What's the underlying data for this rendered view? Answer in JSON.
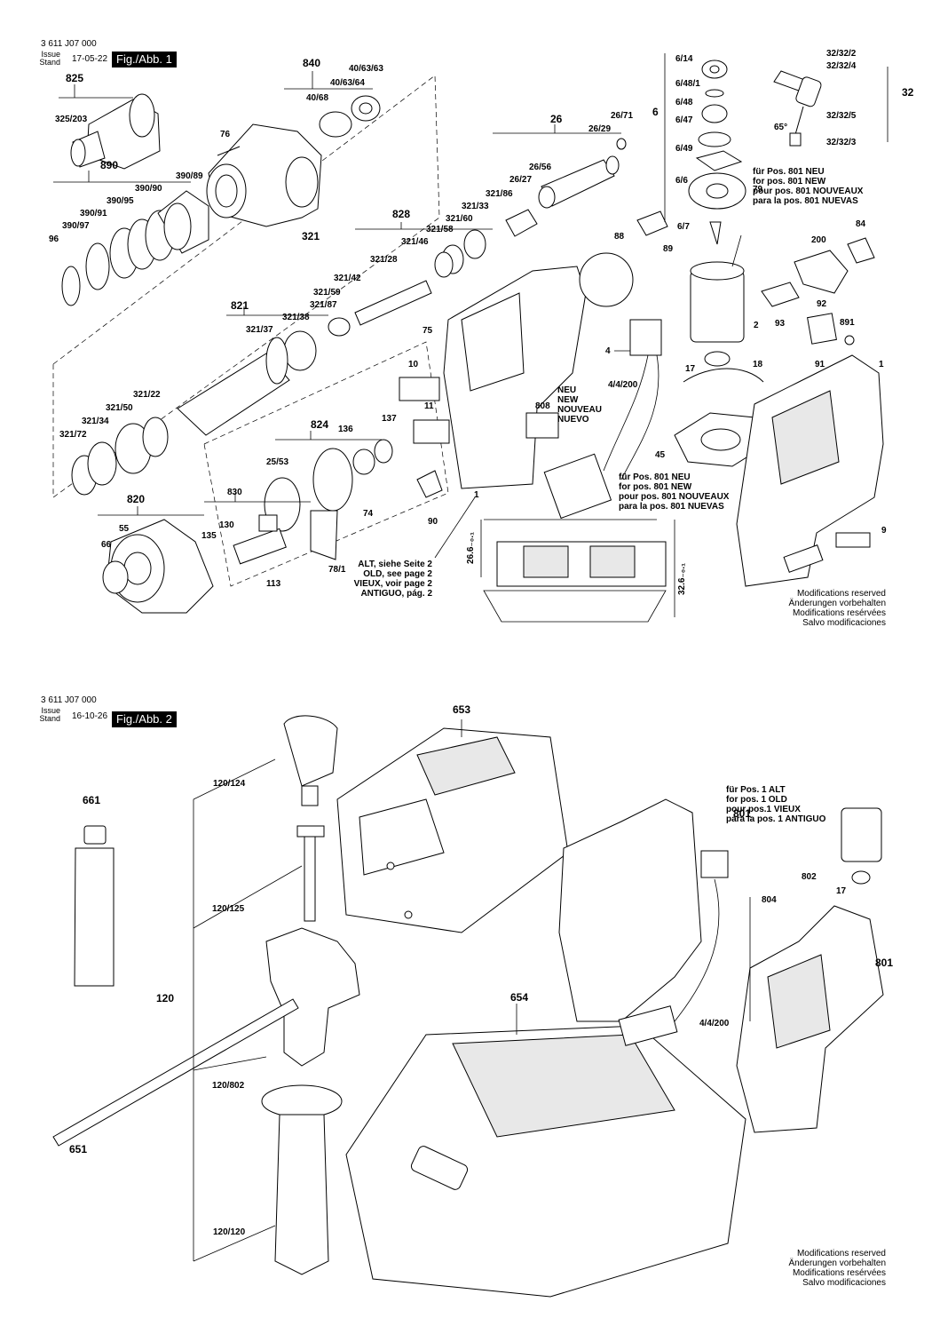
{
  "page1": {
    "doc_number": "3 611 J07 000",
    "issue_label": "Issue",
    "stand_label": "Stand",
    "date": "17-05-22",
    "figure_label": "Fig./Abb. 1",
    "modifications": [
      "Modifications reserved",
      "Änderungen vorbehalten",
      "Modifications resérvées",
      "Salvo modificaciones"
    ],
    "note_new": [
      "für Pos. 801 NEU",
      "for pos. 801 NEW",
      "pour pos. 801 NOUVEAUX",
      "para la pos. 801 NUEVAS"
    ],
    "note_new_2": [
      "für Pos. 801 NEU",
      "for pos. 801 NEW",
      "pour pos. 801 NOUVEAUX",
      "para la pos. 801 NUEVAS"
    ],
    "note_neu": [
      "NEU",
      "NEW",
      "NOUVEAU",
      "NUEVO"
    ],
    "note_old": [
      "ALT, siehe Seite 2",
      "OLD, see page 2",
      "VIEUX, voir page 2",
      "ANTIGUO, pág. 2"
    ],
    "dimension_left": "26.6₋₀.₁",
    "dimension_right": "32.6₋₀.₁",
    "angle": "65°",
    "labels": {
      "p840": "840",
      "p40_63_63": "40/63/63",
      "p40_63_64": "40/63/64",
      "p40_68": "40/68",
      "p825": "825",
      "p325_203": "325/203",
      "p76": "76",
      "p890": "890",
      "p390_89": "390/89",
      "p390_90": "390/90",
      "p390_95": "390/95",
      "p390_91": "390/91",
      "p390_97": "390/97",
      "p96": "96",
      "p26": "26",
      "p26_71": "26/71",
      "p26_29": "26/29",
      "p26_56": "26/56",
      "p26_27": "26/27",
      "p321_86": "321/86",
      "p321_33": "321/33",
      "p828": "828",
      "p321_60": "321/60",
      "p321_58": "321/58",
      "p321_46": "321/46",
      "p321": "321",
      "p321_28": "321/28",
      "p321_42": "321/42",
      "p821": "821",
      "p321_87": "321/87",
      "p321_59": "321/59",
      "p321_38": "321/38",
      "p321_37": "321/37",
      "p321_22": "321/22",
      "p321_50": "321/50",
      "p321_34": "321/34",
      "p321_72": "321/72",
      "p824": "824",
      "p137": "137",
      "p136": "136",
      "p25_53": "25/53",
      "p830": "830",
      "p74": "74",
      "p820": "820",
      "p55": "55",
      "p130": "130",
      "p135": "135",
      "p66": "66",
      "p113": "113",
      "p78_1": "78/1",
      "p6_14": "6/14",
      "p6_48_1": "6/48/1",
      "p6_48": "6/48",
      "p6": "6",
      "p6_47": "6/47",
      "p6_49": "6/49",
      "p6_6": "6/6",
      "p79": "79",
      "p6_7": "6/7",
      "p32_32_2": "32/32/2",
      "p32_32_4": "32/32/4",
      "p32": "32",
      "p32_32_5": "32/32/5",
      "p32_32_3": "32/32/3",
      "p88": "88",
      "p89": "89",
      "p84": "84",
      "p200": "200",
      "p75": "75",
      "p10": "10",
      "p11": "11",
      "p808": "808",
      "p90": "90",
      "p1": "1",
      "p4": "4",
      "p4_4_200": "4/4/200",
      "p45": "45",
      "p17": "17",
      "p18": "18",
      "p2": "2",
      "p93": "93",
      "p92": "92",
      "p891": "891",
      "p91": "91",
      "p1b": "1",
      "p9": "9"
    }
  },
  "page2": {
    "doc_number": "3 611 J07 000",
    "issue_label": "Issue",
    "stand_label": "Stand",
    "date": "16-10-26",
    "figure_label": "Fig./Abb. 2",
    "modifications": [
      "Modifications reserved",
      "Änderungen vorbehalten",
      "Modifications resérvées",
      "Salvo modificaciones"
    ],
    "note_old": [
      "für Pos. 1 ALT",
      "for pos. 1 OLD",
      "pour pos.1 VIEUX",
      "para la pos. 1 ANTIGUO"
    ],
    "labels": {
      "p653": "653",
      "p120_124": "120/124",
      "p661": "661",
      "p120_125": "120/125",
      "p120": "120",
      "p120_802": "120/802",
      "p651": "651",
      "p120_120": "120/120",
      "p654": "654",
      "p801a": "801",
      "p802": "802",
      "p17": "17",
      "p804": "804",
      "p801b": "801",
      "p4_4_200": "4/4/200"
    }
  }
}
